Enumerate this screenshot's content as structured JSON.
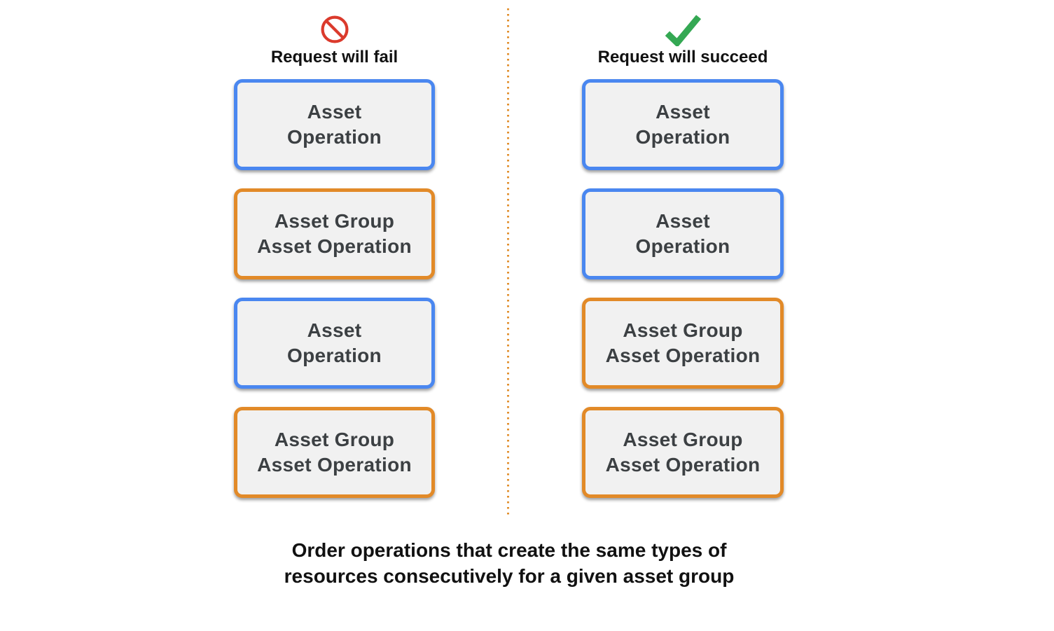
{
  "colors": {
    "blue_border": "#4A87F0",
    "orange_border": "#E28A28",
    "box_fill": "#F1F1F1",
    "box_text": "#3C4043",
    "fail_red": "#DB3A2C",
    "success_green": "#34A853",
    "divider_orange": "#E2902F",
    "heading_text": "#111111"
  },
  "columns": [
    {
      "id": "fail",
      "icon": "prohibition-icon",
      "header": "Request will fail",
      "boxes": [
        {
          "type": "asset-operation",
          "border": "blue",
          "lines": [
            "Asset",
            "Operation"
          ]
        },
        {
          "type": "asset-group-asset-operation",
          "border": "orange",
          "lines": [
            "Asset Group",
            "Asset Operation"
          ]
        },
        {
          "type": "asset-operation",
          "border": "blue",
          "lines": [
            "Asset",
            "Operation"
          ]
        },
        {
          "type": "asset-group-asset-operation",
          "border": "orange",
          "lines": [
            "Asset Group",
            "Asset Operation"
          ]
        }
      ]
    },
    {
      "id": "succeed",
      "icon": "checkmark-icon",
      "header": "Request will succeed",
      "boxes": [
        {
          "type": "asset-operation",
          "border": "blue",
          "lines": [
            "Asset",
            "Operation"
          ]
        },
        {
          "type": "asset-operation",
          "border": "blue",
          "lines": [
            "Asset",
            "Operation"
          ]
        },
        {
          "type": "asset-group-asset-operation",
          "border": "orange",
          "lines": [
            "Asset Group",
            "Asset Operation"
          ]
        },
        {
          "type": "asset-group-asset-operation",
          "border": "orange",
          "lines": [
            "Asset Group",
            "Asset Operation"
          ]
        }
      ]
    }
  ],
  "caption": {
    "lines": [
      "Order operations that create the same types of",
      "resources consecutively for a given asset group"
    ]
  }
}
